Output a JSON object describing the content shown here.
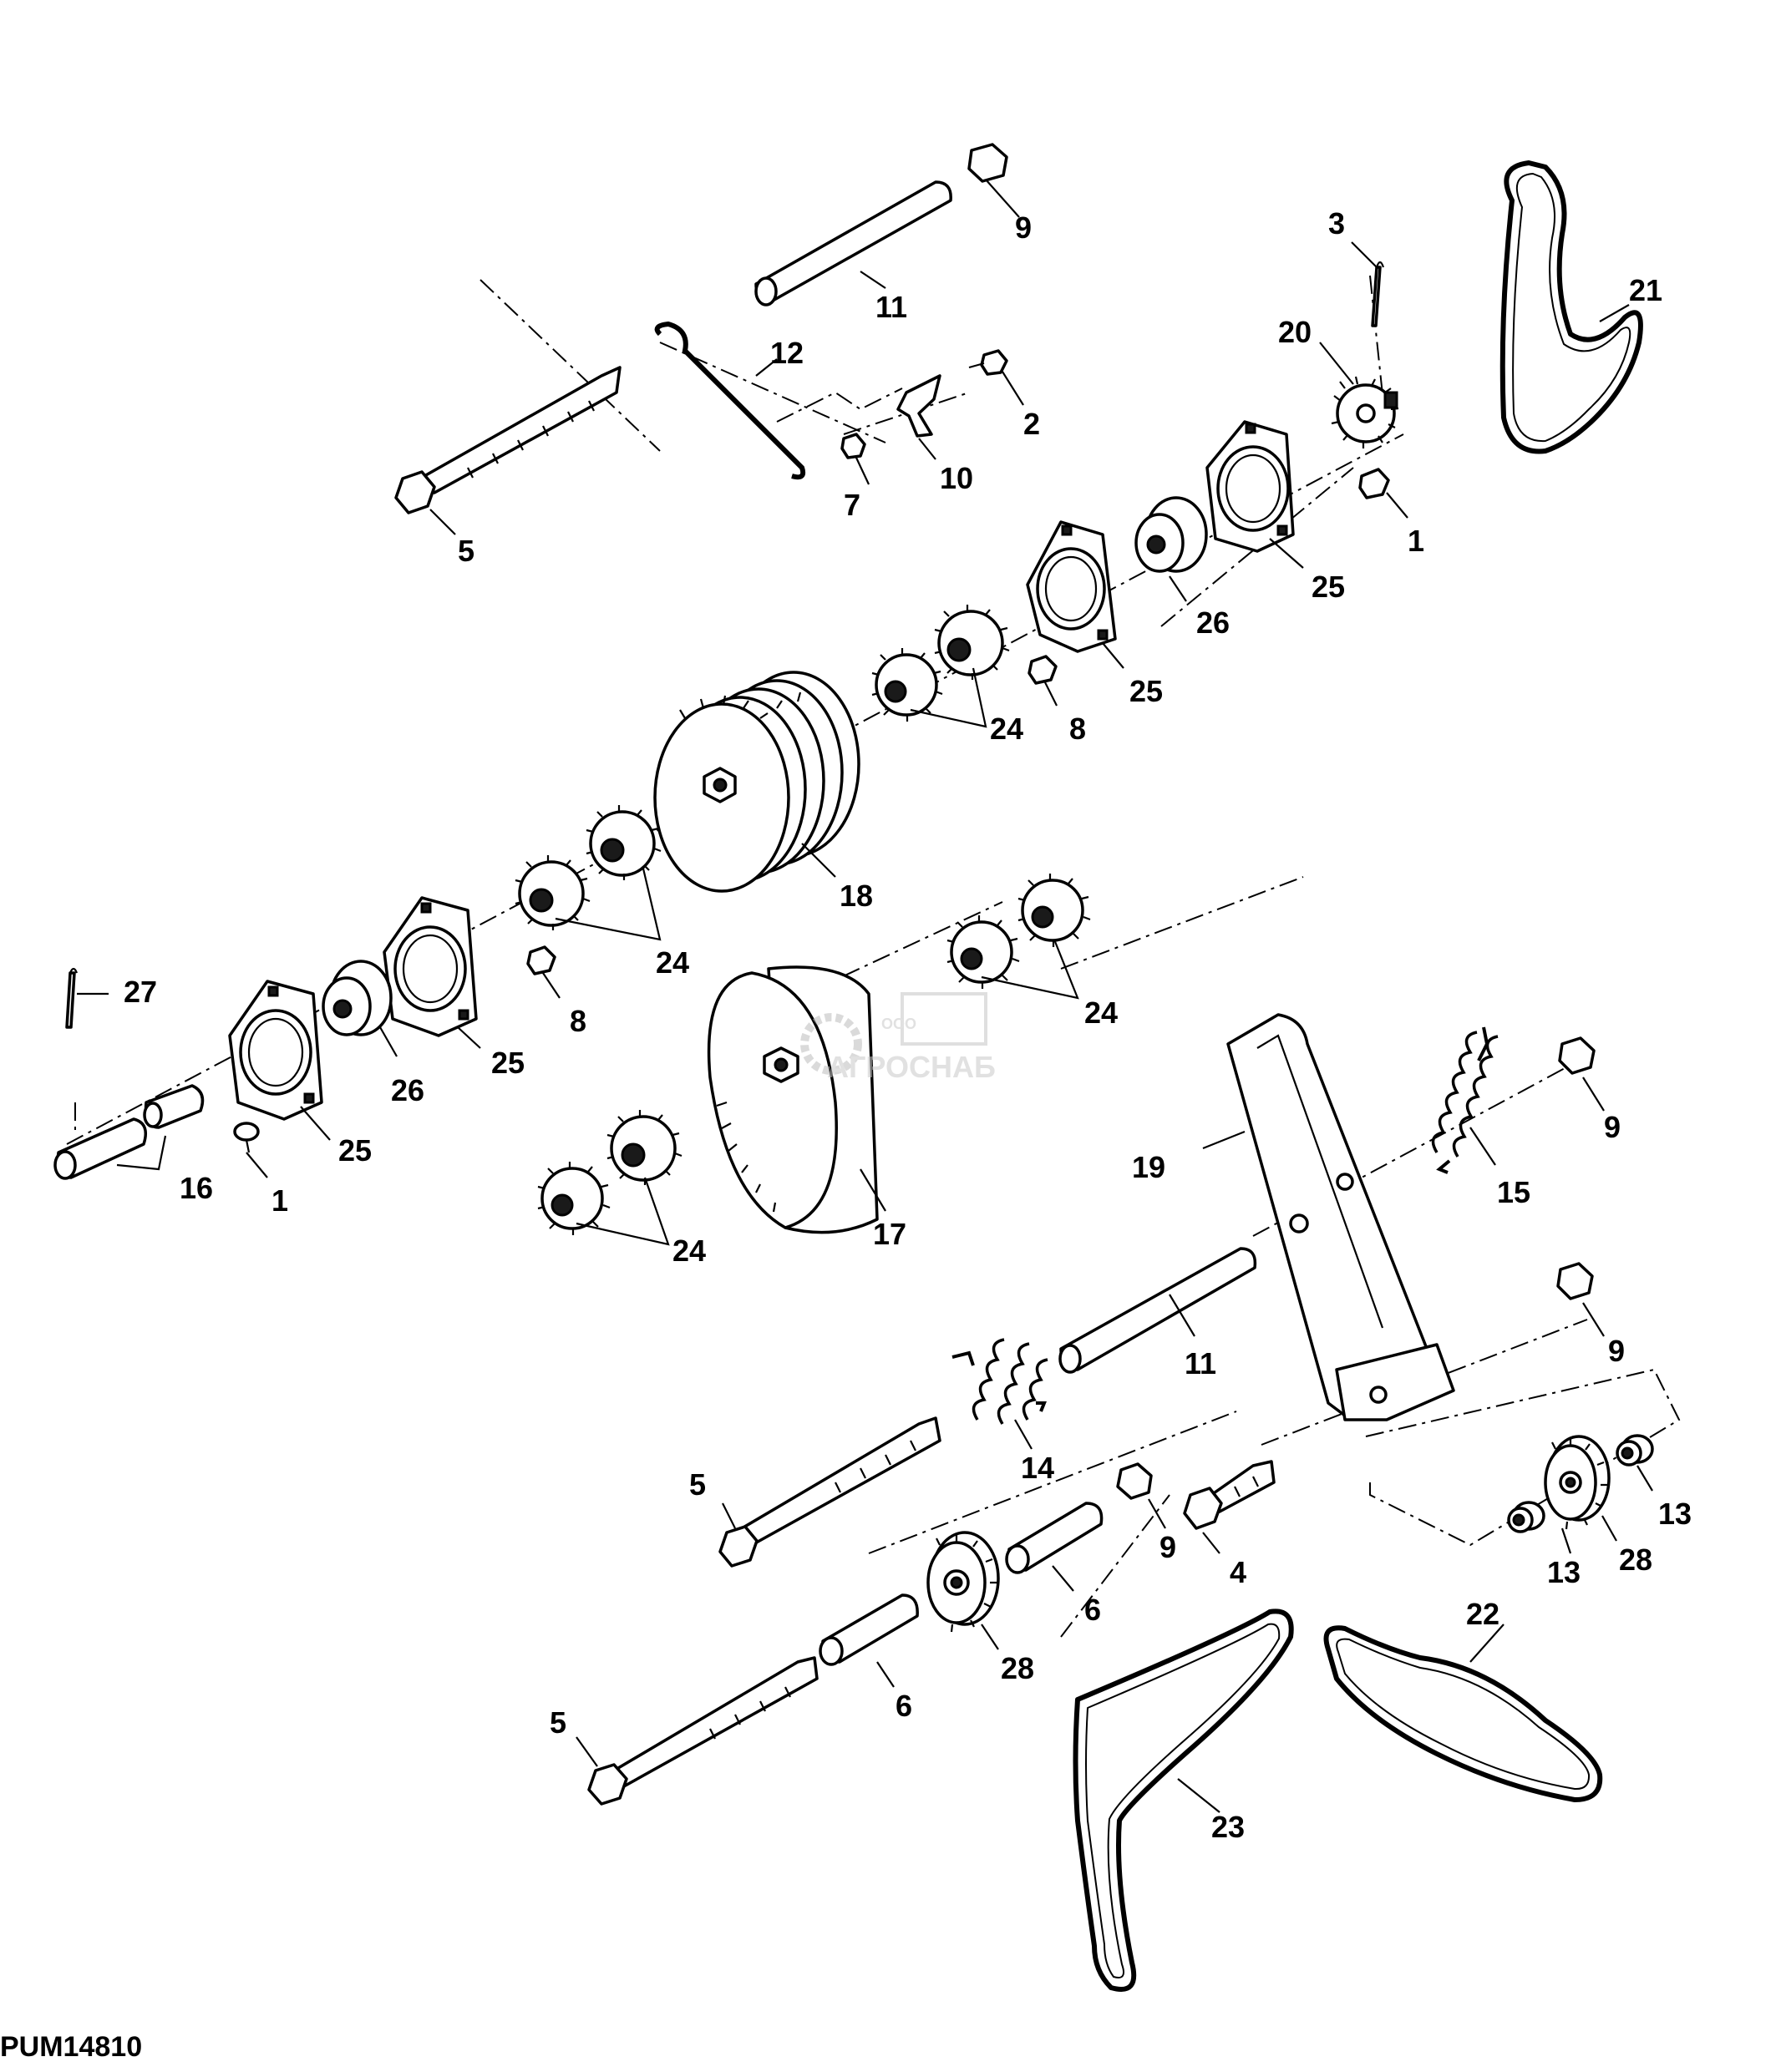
{
  "diagram": {
    "code": "PUM14810",
    "watermark": {
      "small": "ООО",
      "main": "АГРОСНАБ"
    },
    "callouts": [
      "1",
      "1",
      "2",
      "3",
      "4",
      "5",
      "5",
      "5",
      "6",
      "6",
      "7",
      "8",
      "8",
      "9",
      "9",
      "9",
      "9",
      "10",
      "11",
      "11",
      "12",
      "13",
      "13",
      "14",
      "15",
      "16",
      "17",
      "18",
      "19",
      "20",
      "21",
      "22",
      "23",
      "24",
      "24",
      "24",
      "24",
      "25",
      "25",
      "25",
      "25",
      "26",
      "26",
      "27",
      "28",
      "28"
    ]
  }
}
